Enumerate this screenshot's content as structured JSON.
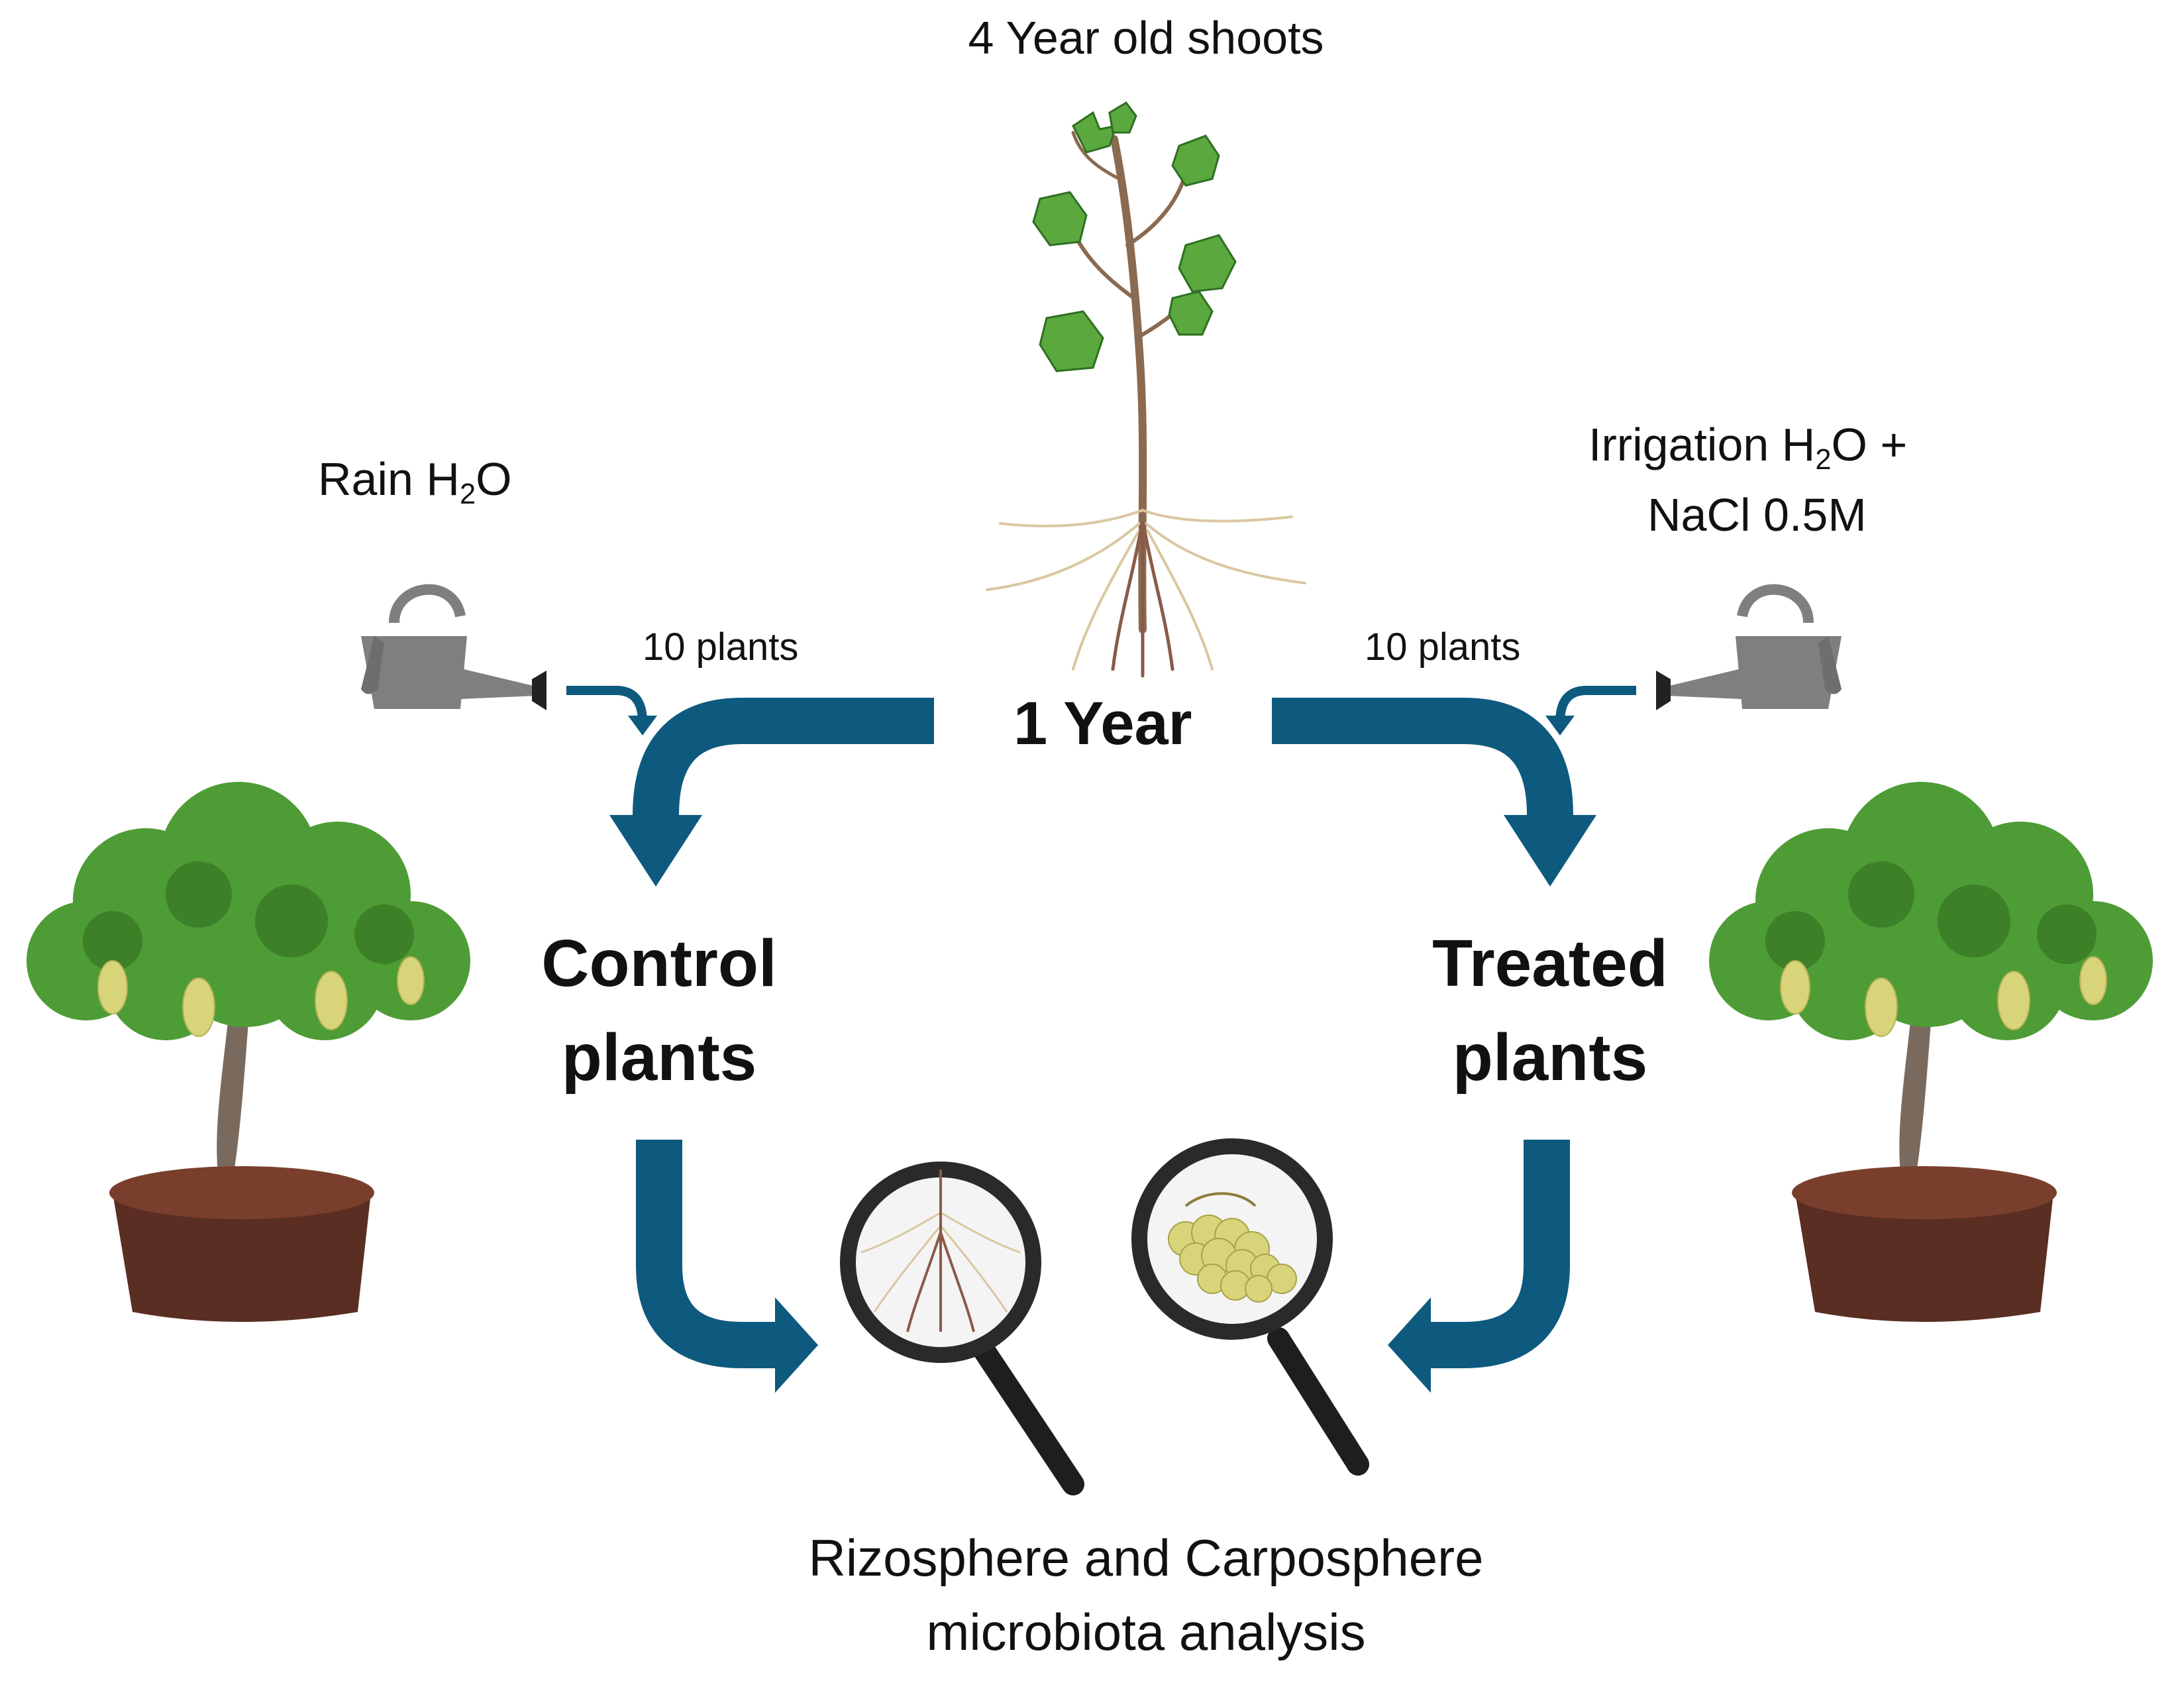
{
  "labels": {
    "top": "4 Year old shoots",
    "rain_main": "Rain H",
    "rain_sub": "2",
    "rain_tail": "O",
    "irrigation_main": "Irrigation H",
    "irrigation_sub": "2",
    "irrigation_tail": "O +",
    "irrigation_line2": "NaCl 0.5M",
    "left_count": "10 plants",
    "right_count": "10 plants",
    "center": "1 Year",
    "control_line1": "Control",
    "control_line2": "plants",
    "treated_line1": "Treated",
    "treated_line2": "plants",
    "bottom_line1": "Rizosphere and Carposphere",
    "bottom_line2": "microbiota analysis"
  },
  "icons": [
    "grapevine-shoot-icon",
    "watering-can-icon",
    "potted-grapevine-icon",
    "magnifier-roots-icon",
    "magnifier-grapes-icon",
    "flow-arrow-icon"
  ],
  "colors": {
    "arrow": "#0e5a7e",
    "leaf": "#4e9c35",
    "leaf_dark": "#2f6f22",
    "grape": "#d8d47a",
    "soil": "#5a2e22",
    "can": "#7f7f7f",
    "magnifier": "#2a2a2a"
  }
}
